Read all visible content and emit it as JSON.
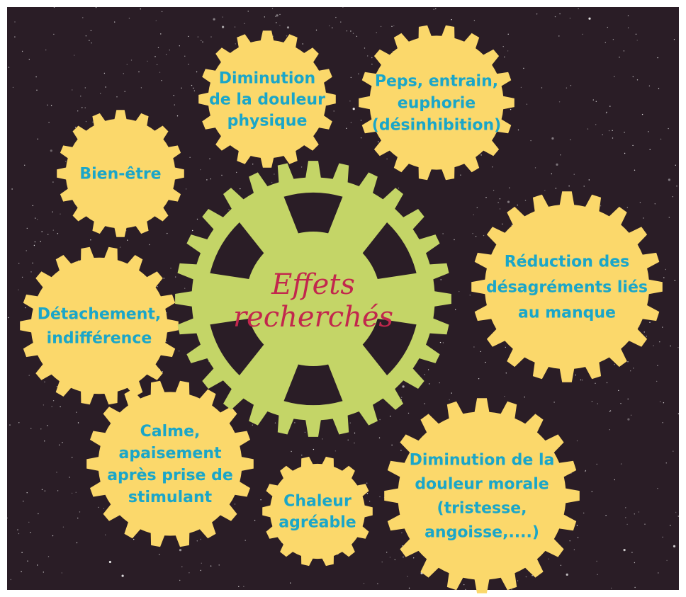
{
  "colors": {
    "background": "#2a1d26",
    "frame": "#ffffff",
    "gear_yellow": "#fbd86b",
    "gear_green": "#c4d567",
    "text_blue": "#1aa6c9",
    "center_text": "#c2274d"
  },
  "center": {
    "lines": [
      "Effets",
      "recherchés"
    ]
  },
  "effects": [
    {
      "id": "douleur-physique",
      "lines": [
        "Diminution",
        "de la douleur",
        "physique"
      ]
    },
    {
      "id": "peps",
      "lines": [
        "Peps, entrain,",
        "euphorie",
        "(désinhibition)"
      ]
    },
    {
      "id": "bien-etre",
      "lines": [
        "Bien-être"
      ]
    },
    {
      "id": "reduction-manque",
      "lines": [
        "Réduction des",
        "désagréments liés",
        "au manque"
      ]
    },
    {
      "id": "detachement",
      "lines": [
        "Détachement,",
        "indifférence"
      ]
    },
    {
      "id": "calme",
      "lines": [
        "Calme,",
        "apaisement",
        "après prise de",
        "stimulant"
      ]
    },
    {
      "id": "chaleur",
      "lines": [
        "Chaleur",
        "agréable"
      ]
    },
    {
      "id": "douleur-morale",
      "lines": [
        "Diminution de la",
        "douleur morale",
        "(tristesse,",
        "angoisse,....)"
      ]
    }
  ]
}
